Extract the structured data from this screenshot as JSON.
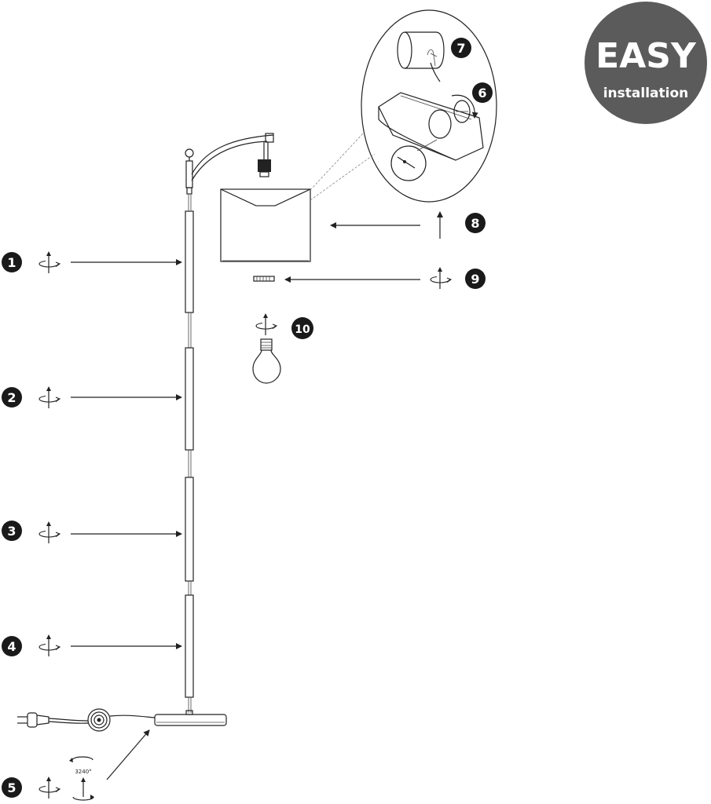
{
  "badge": {
    "title": "EASY",
    "subtitle": "installation",
    "color": "#5b5b5b"
  },
  "steps": [
    {
      "label": "1",
      "icon": "rotate-screw-icon"
    },
    {
      "label": "2",
      "icon": "rotate-screw-icon"
    },
    {
      "label": "3",
      "icon": "rotate-screw-icon"
    },
    {
      "label": "4",
      "icon": "rotate-screw-icon"
    },
    {
      "label": "5",
      "icon": "rotate-screw-icon"
    },
    {
      "label": "6",
      "icon": "rotate-shade-icon"
    },
    {
      "label": "7",
      "icon": "attach-shade-icon"
    },
    {
      "label": "8",
      "icon": "lift-arrow-icon"
    },
    {
      "label": "9",
      "icon": "rotate-screw-icon"
    },
    {
      "label": "10",
      "icon": "rotate-screw-icon"
    }
  ],
  "base_rotation_label": "3240°",
  "colors": {
    "ink": "#222222",
    "badge": "#5b5b5b",
    "step_circle": "#1a1a1a"
  }
}
